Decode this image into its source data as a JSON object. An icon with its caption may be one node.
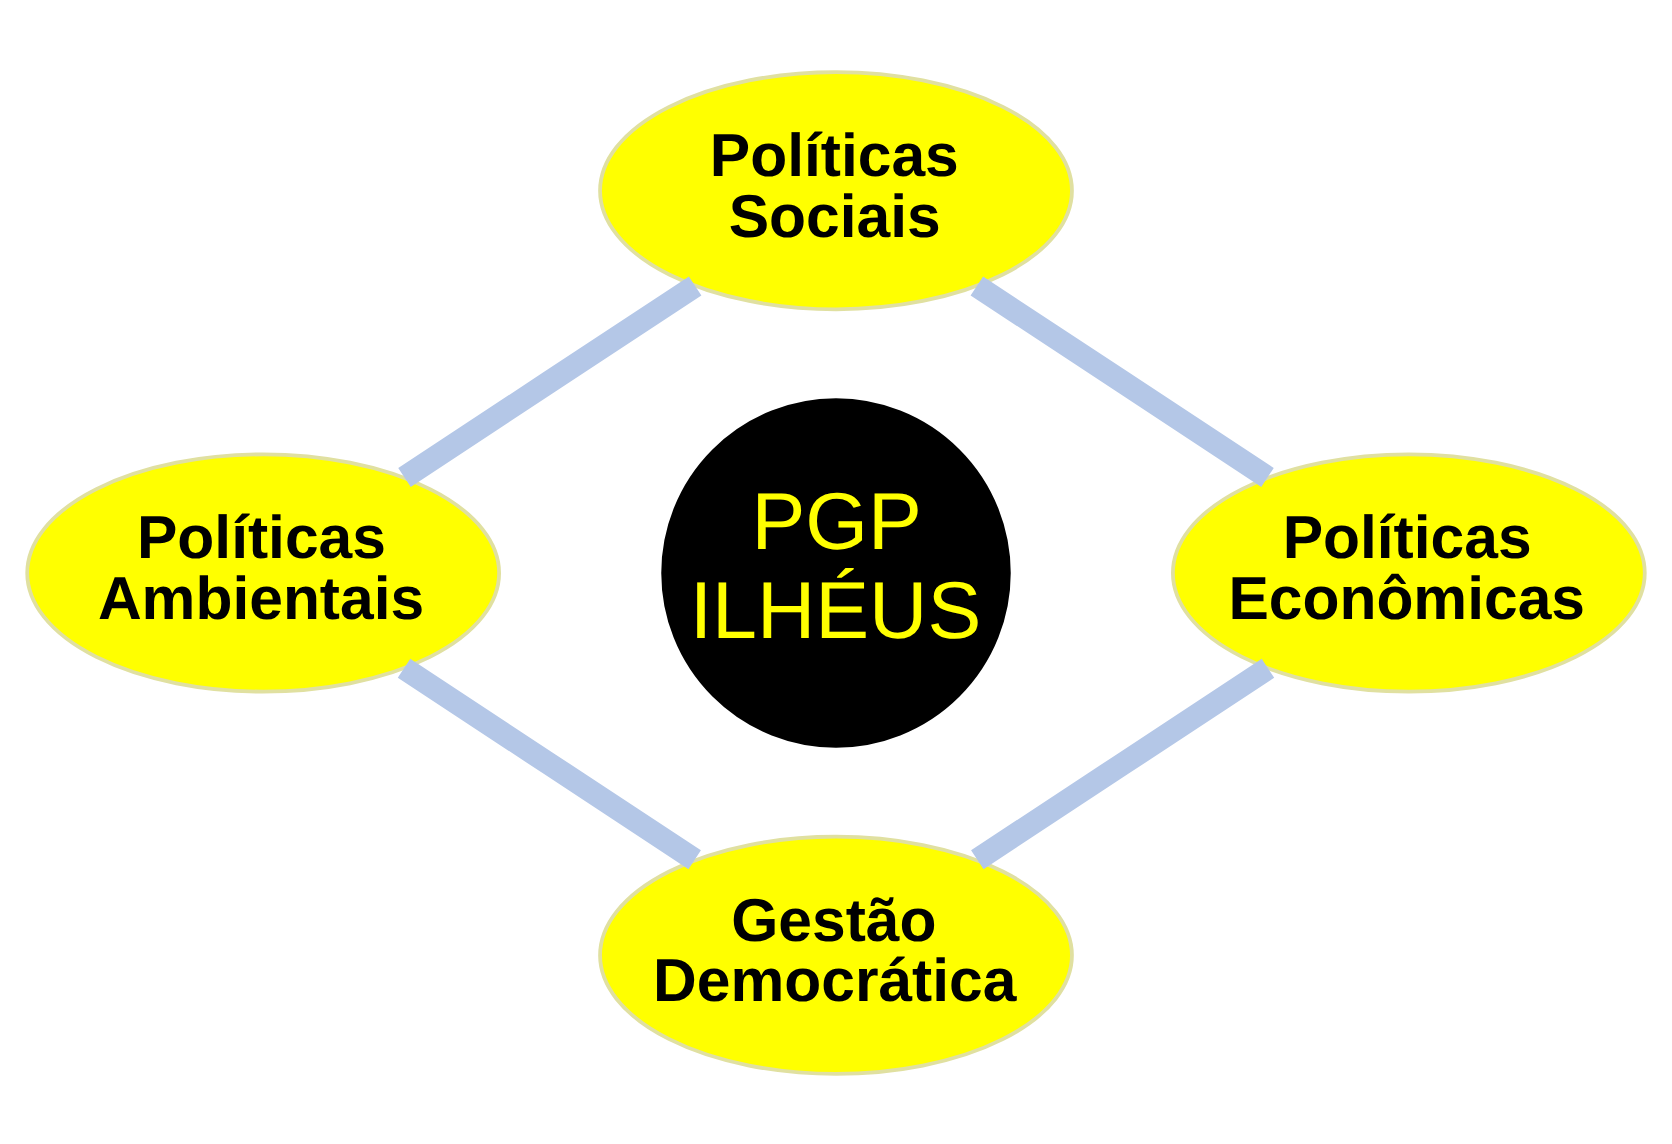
{
  "diagram": {
    "nodes": [
      {
        "text": [
          "Políticas Sociais"
        ]
      },
      {
        "text": [
          "Políticas Ambientais"
        ]
      },
      {
        "text": [
          "PGP ILHÉUS"
        ]
      },
      {
        "text": [
          "Políticas Econômicas"
        ]
      },
      {
        "text": [
          "Gestão Democrática"
        ]
      }
    ],
    "edges": [
      {
        "from": 0,
        "to": 3,
        "arrow": "none"
      },
      {
        "from": 3,
        "to": 4,
        "arrow": "none"
      },
      {
        "from": 1,
        "to": 4,
        "arrow": "none"
      },
      {
        "from": 0,
        "to": 1,
        "arrow": "none"
      }
    ]
  }
}
